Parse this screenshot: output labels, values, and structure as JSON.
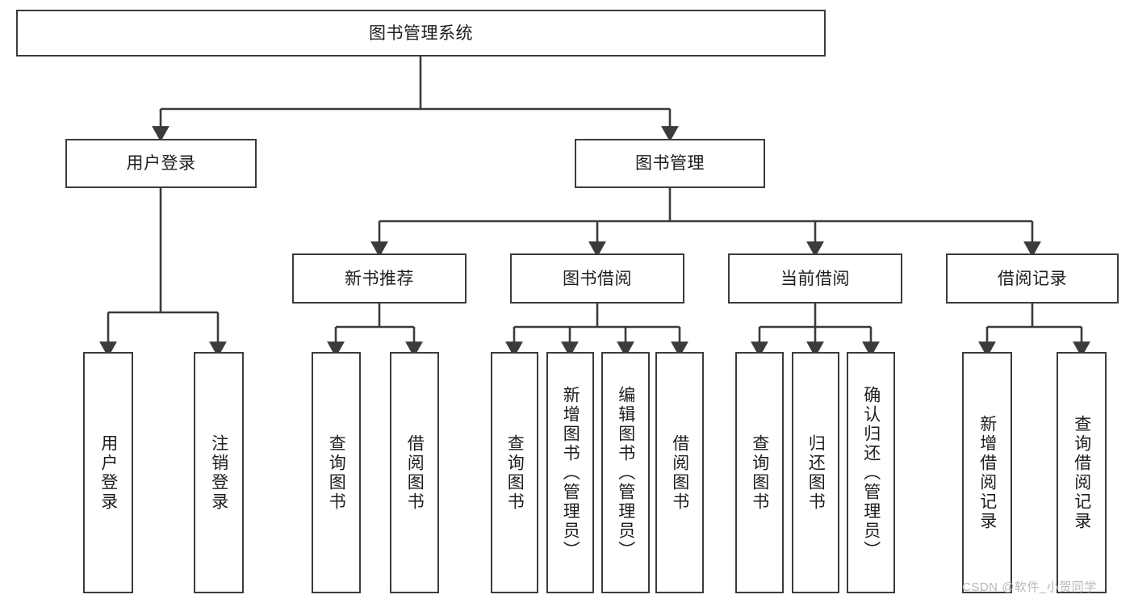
{
  "diagram": {
    "type": "tree",
    "orientation": "top-down",
    "title_node": {
      "id": "root",
      "label": "图书管理系统"
    },
    "levels": [
      {
        "level": 1,
        "nodes": [
          {
            "id": "root",
            "label": "图书管理系统",
            "parent": null
          }
        ]
      },
      {
        "level": 2,
        "nodes": [
          {
            "id": "user-login",
            "label": "用户登录",
            "parent": "root"
          },
          {
            "id": "book-manage",
            "label": "图书管理",
            "parent": "root"
          }
        ]
      },
      {
        "level": 3,
        "nodes": [
          {
            "id": "new-book-rec",
            "label": "新书推荐",
            "parent": "book-manage"
          },
          {
            "id": "book-borrow",
            "label": "图书借阅",
            "parent": "book-manage"
          },
          {
            "id": "current-borrow",
            "label": "当前借阅",
            "parent": "book-manage"
          },
          {
            "id": "borrow-record",
            "label": "借阅记录",
            "parent": "book-manage"
          }
        ]
      },
      {
        "level": 4,
        "nodes": [
          {
            "id": "leaf-1",
            "label": "用户登录",
            "parent": "user-login"
          },
          {
            "id": "leaf-2",
            "label": "注销登录",
            "parent": "user-login"
          },
          {
            "id": "leaf-3",
            "label": "查询图书",
            "parent": "new-book-rec"
          },
          {
            "id": "leaf-4",
            "label": "借阅图书",
            "parent": "new-book-rec"
          },
          {
            "id": "leaf-5",
            "label": "查询图书",
            "parent": "book-borrow"
          },
          {
            "id": "leaf-6",
            "label": "新增图书（管理员）",
            "parent": "book-borrow"
          },
          {
            "id": "leaf-7",
            "label": "编辑图书（管理员）",
            "parent": "book-borrow"
          },
          {
            "id": "leaf-8",
            "label": "借阅图书",
            "parent": "book-borrow"
          },
          {
            "id": "leaf-9",
            "label": "查询图书",
            "parent": "current-borrow"
          },
          {
            "id": "leaf-10",
            "label": "归还图书",
            "parent": "current-borrow"
          },
          {
            "id": "leaf-11",
            "label": "确认归还（管理员）",
            "parent": "current-borrow"
          },
          {
            "id": "leaf-12",
            "label": "新增借阅记录",
            "parent": "borrow-record"
          },
          {
            "id": "leaf-13",
            "label": "查询借阅记录",
            "parent": "borrow-record"
          }
        ]
      }
    ],
    "colors": {
      "stroke": "#3b3b3b",
      "fill": "#ffffff",
      "text": "#1d1d1d",
      "watermark": "#b8b8b8"
    }
  },
  "watermark": {
    "text": "CSDN @软件_小贺同学"
  }
}
